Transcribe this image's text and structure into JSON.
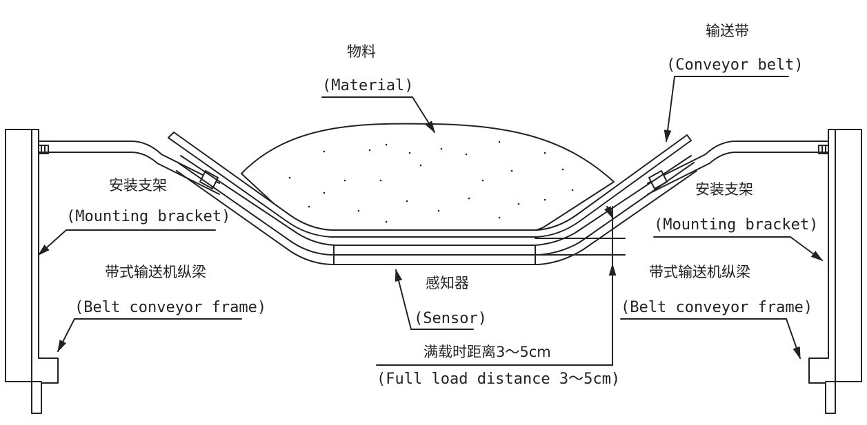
{
  "labels": {
    "material_cn": "物料",
    "material_en": "(Material)",
    "belt_cn": "输送带",
    "belt_en": "(Conveyor belt)",
    "bracket_left_cn": "安装支架",
    "bracket_left_en": "(Mounting bracket)",
    "bracket_right_cn": "安装支架",
    "bracket_right_en": "(Mounting bracket)",
    "frame_left_cn": "带式输送机纵梁",
    "frame_left_en": "(Belt conveyor frame)",
    "frame_right_cn": "带式输送机纵梁",
    "frame_right_en": "(Belt conveyor frame)",
    "sensor_cn": "感知器",
    "sensor_en": "(Sensor)",
    "distance_cn": "满载时距离3～5cm",
    "distance_en": "(Full load distance 3～5cm)"
  },
  "colors": {
    "line": "#222222"
  }
}
